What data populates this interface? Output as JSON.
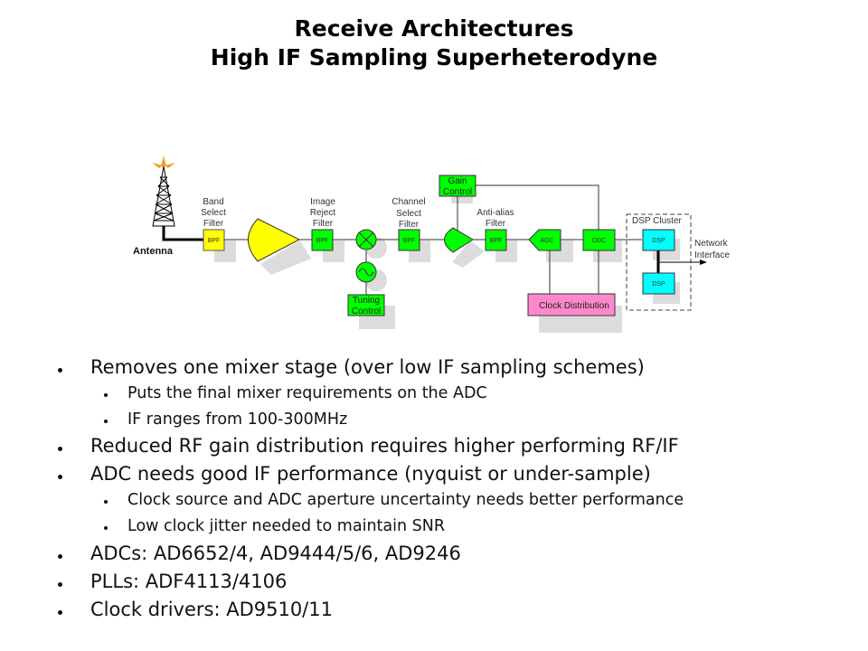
{
  "slide": {
    "title_line1": "Receive Architectures",
    "title_line2": "High IF Sampling Superheterodyne"
  },
  "diagram": {
    "antenna_label": "Antenna",
    "stages": [
      {
        "label_lines": [
          "Band",
          "Select",
          "Filter"
        ],
        "block": "BPF",
        "color": "#ffff00"
      },
      {
        "label_lines": [
          "Image",
          "Reject",
          "Filter"
        ],
        "block": "BPF",
        "color": "#00ff00"
      },
      {
        "label_lines": [
          "Channel",
          "Select",
          "Filter"
        ],
        "block": "BPF",
        "color": "#00ff00"
      },
      {
        "label_lines": [
          "Anti-alias",
          "Filter"
        ],
        "block": "BPF",
        "color": "#00ff00"
      }
    ],
    "gain_control": [
      "Gain",
      "Control"
    ],
    "tuning_control": [
      "Tuning",
      "Control"
    ],
    "adc_label": "ADC",
    "ddc_label": "DDC",
    "clock_distribution": "Clock Distribution",
    "dsp_cluster_label": "DSP Cluster",
    "dsp_labels": [
      "DSP",
      "DSP"
    ],
    "network_interface": [
      "Network",
      "Interface"
    ],
    "colors": {
      "rf_yellow": "#ffff00",
      "block_green": "#00ff00",
      "dsp_cyan": "#00ffff",
      "clock_pink": "#ff88cc",
      "shadow": "#dcdcdc"
    }
  },
  "bullets": [
    {
      "level": 1,
      "text": "Removes one mixer stage (over low IF sampling schemes)"
    },
    {
      "level": 2,
      "text": "Puts the final mixer requirements on the ADC"
    },
    {
      "level": 2,
      "text": "IF ranges from 100-300MHz"
    },
    {
      "level": 1,
      "text": "Reduced RF gain distribution requires higher performing RF/IF"
    },
    {
      "level": 1,
      "text": "ADC needs good IF performance (nyquist or under-sample)"
    },
    {
      "level": 2,
      "text": "Clock source and ADC aperture uncertainty needs better performance"
    },
    {
      "level": 2,
      "text": "Low clock jitter needed to maintain SNR"
    },
    {
      "level": 1,
      "text": "ADCs: AD6652/4, AD9444/5/6, AD9246"
    },
    {
      "level": 1,
      "text": "PLLs: ADF4113/4106"
    },
    {
      "level": 1,
      "text": "Clock drivers: AD9510/11"
    }
  ]
}
